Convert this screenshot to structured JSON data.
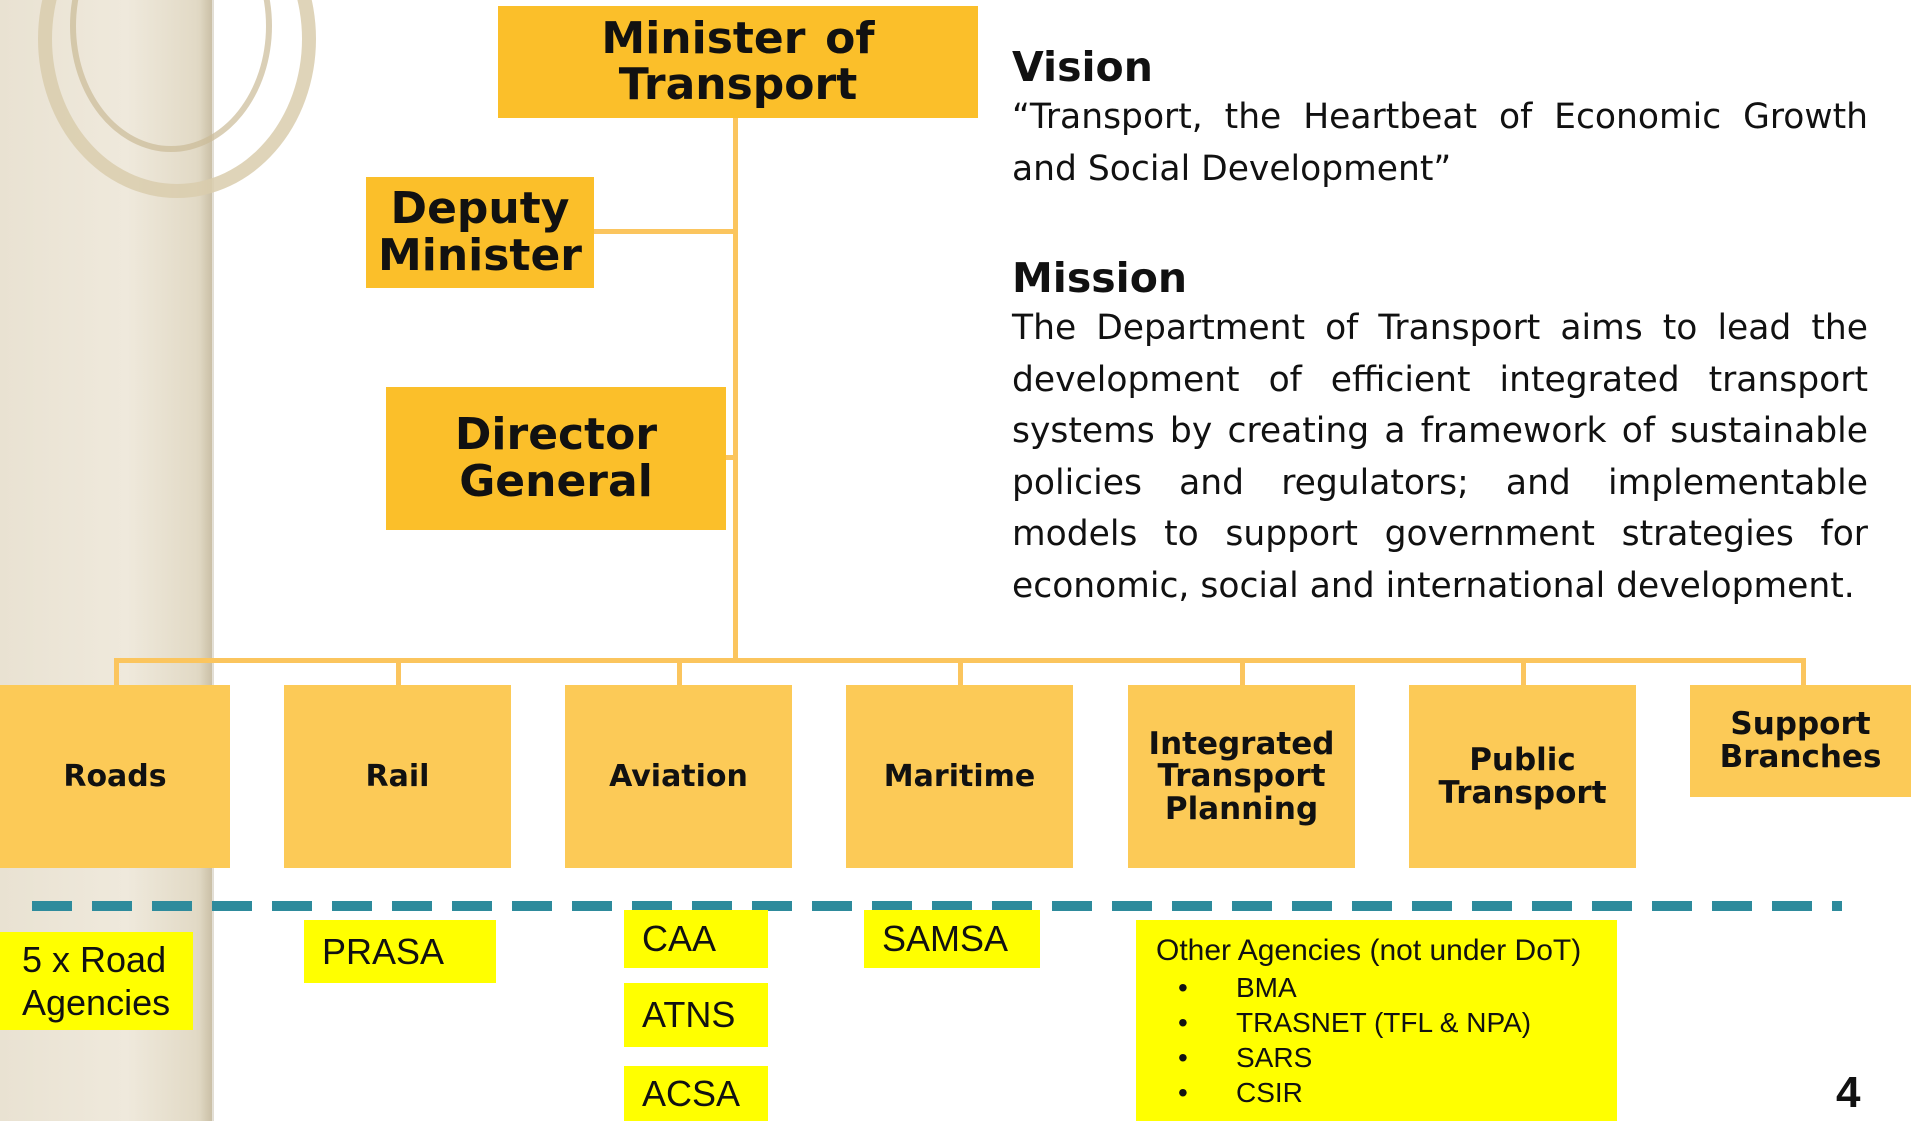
{
  "org_chart": {
    "top": "Minister  of Transport",
    "deputy": "Deputy Minister",
    "director_general": "Director General",
    "branches": [
      "Roads",
      "Rail",
      "Aviation",
      "Maritime",
      "Integrated Transport Planning",
      "Public Transport",
      "Support Branches"
    ]
  },
  "agencies": {
    "roads": "5 x Road Agencies",
    "rail": "PRASA",
    "aviation": [
      "CAA",
      "ATNS",
      "ACSA"
    ],
    "maritime": "SAMSA",
    "other": {
      "title": "Other Agencies (not under DoT)",
      "items": [
        "BMA",
        "TRASNET (TFL & NPA)",
        "SARS",
        "CSIR"
      ]
    }
  },
  "vision": {
    "heading": "Vision",
    "text": "“Transport, the Heartbeat of Economic Growth and Social Development”"
  },
  "mission": {
    "heading": "Mission",
    "text": "The Department of Transport aims to lead the development of efficient integrated transport systems by creating a framework of sustainable policies and regulators; and implementable models to support government strategies for economic, social and international development."
  },
  "page_number": "4",
  "colors": {
    "box_orange": "#fbbf2a",
    "box_light": "#fcca57",
    "connector": "#fbc55e",
    "agency_highlight": "#ffff00",
    "dashed_divider": "#2e8b9c"
  }
}
